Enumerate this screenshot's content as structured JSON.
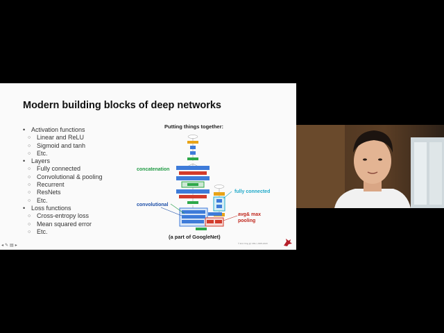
{
  "slide": {
    "title": "Modern building blocks of deep networks",
    "bullets": [
      {
        "label": "Activation functions",
        "subs": [
          "Linear and ReLU",
          "Sigmoid and tanh",
          "Etc."
        ]
      },
      {
        "label": "Layers",
        "subs": [
          "Fully connected",
          "Convolutional & pooling",
          "Recurrent",
          "ResNets",
          "Etc."
        ]
      },
      {
        "label": "Loss functions",
        "subs": [
          "Cross-entropy loss",
          "Mean squared error",
          "Etc."
        ]
      }
    ],
    "figure": {
      "title": "Putting things together:",
      "caption": "(a part of GoogleNet)",
      "labels": {
        "concatenation": "concatenation",
        "fully_connected": "fully connected",
        "convolutional": "convolutional",
        "pooling_line1": "avg& max",
        "pooling_line2": "pooling"
      },
      "colors": {
        "concatenation": "#1f9a43",
        "fully_connected": "#1fa9c9",
        "convolutional": "#1d4fa8",
        "pooling": "#c0271d"
      }
    },
    "footer": "© Eric Xing @ CMU, 2005-2020",
    "logo_icon": "cmu-dragon-logo"
  },
  "toolbar": {
    "icons": [
      "prev-icon",
      "pen-icon",
      "slides-icon",
      "next-icon"
    ]
  },
  "video": {
    "icon": "webcam-person"
  }
}
